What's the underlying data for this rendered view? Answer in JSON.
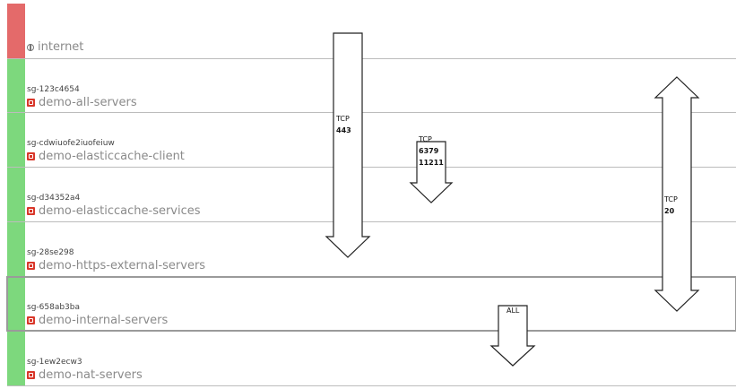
{
  "colors": {
    "internet_stripe": "#e46a6a",
    "group_stripe": "#7dd87d",
    "row_line": "#bcbcbc",
    "sg_icon": "#d9372a"
  },
  "rows": [
    {
      "sg_id": "",
      "name": "internet",
      "icon": "globe-icon",
      "kind": "internet"
    },
    {
      "sg_id": "sg-123c4654",
      "name": "demo-all-servers",
      "icon": "security-group-icon",
      "kind": "group"
    },
    {
      "sg_id": "sg-cdwiuofe2iuofeiuw",
      "name": "demo-elasticcache-client",
      "icon": "security-group-icon",
      "kind": "group"
    },
    {
      "sg_id": "sg-d34352a4",
      "name": "demo-elasticcache-services",
      "icon": "security-group-icon",
      "kind": "group"
    },
    {
      "sg_id": "sg-28se298",
      "name": "demo-https-external-servers",
      "icon": "security-group-icon",
      "kind": "group"
    },
    {
      "sg_id": "sg-658ab3ba",
      "name": "demo-internal-servers",
      "icon": "security-group-icon",
      "kind": "group",
      "selected": true
    },
    {
      "sg_id": "sg-1ew2ecw3",
      "name": "demo-nat-servers",
      "icon": "security-group-icon",
      "kind": "group"
    }
  ],
  "rules": [
    {
      "protocol": "TCP",
      "ports": [
        "443"
      ],
      "from": "internet",
      "to": "demo-https-external-servers",
      "direction": "down"
    },
    {
      "protocol": "TCP",
      "ports": [
        "6379",
        "11211"
      ],
      "from": "demo-elasticcache-client",
      "to": "demo-elasticcache-services",
      "direction": "down"
    },
    {
      "protocol": "TCP",
      "ports": [
        "20"
      ],
      "from": "demo-all-servers",
      "to": "demo-internal-servers",
      "direction": "both"
    },
    {
      "protocol": "ALL",
      "ports": [],
      "from": "demo-internal-servers",
      "to": "demo-nat-servers",
      "direction": "down"
    }
  ]
}
